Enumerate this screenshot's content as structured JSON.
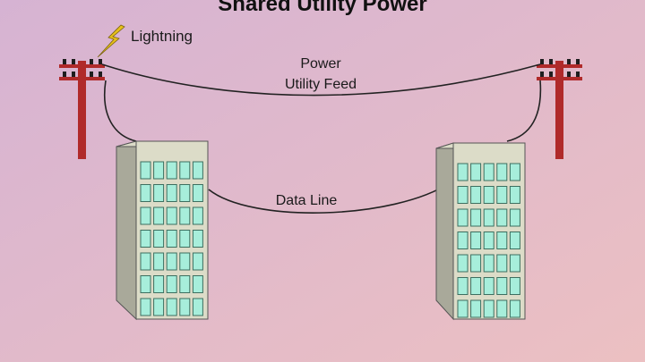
{
  "diagram": {
    "title": "Shared Utility Power",
    "labels": {
      "lightning": "Lightning",
      "power_line1": "Power",
      "power_line2": "Utility Feed",
      "data_line": "Data Line"
    },
    "colors": {
      "background_left": "#d6b3d3",
      "background_right": "#ecc0c2",
      "pole": "#b02a2a",
      "building_front": "#dcdcc8",
      "building_side": "#a9a99a",
      "window": "#a7eedb",
      "window_border": "#3d6f60",
      "wire": "#222222",
      "bolt": "#e6c01a",
      "text": "#1a1a1a"
    },
    "icons": [
      "lightning-bolt-icon",
      "utility-pole-icon",
      "building-icon"
    ]
  }
}
